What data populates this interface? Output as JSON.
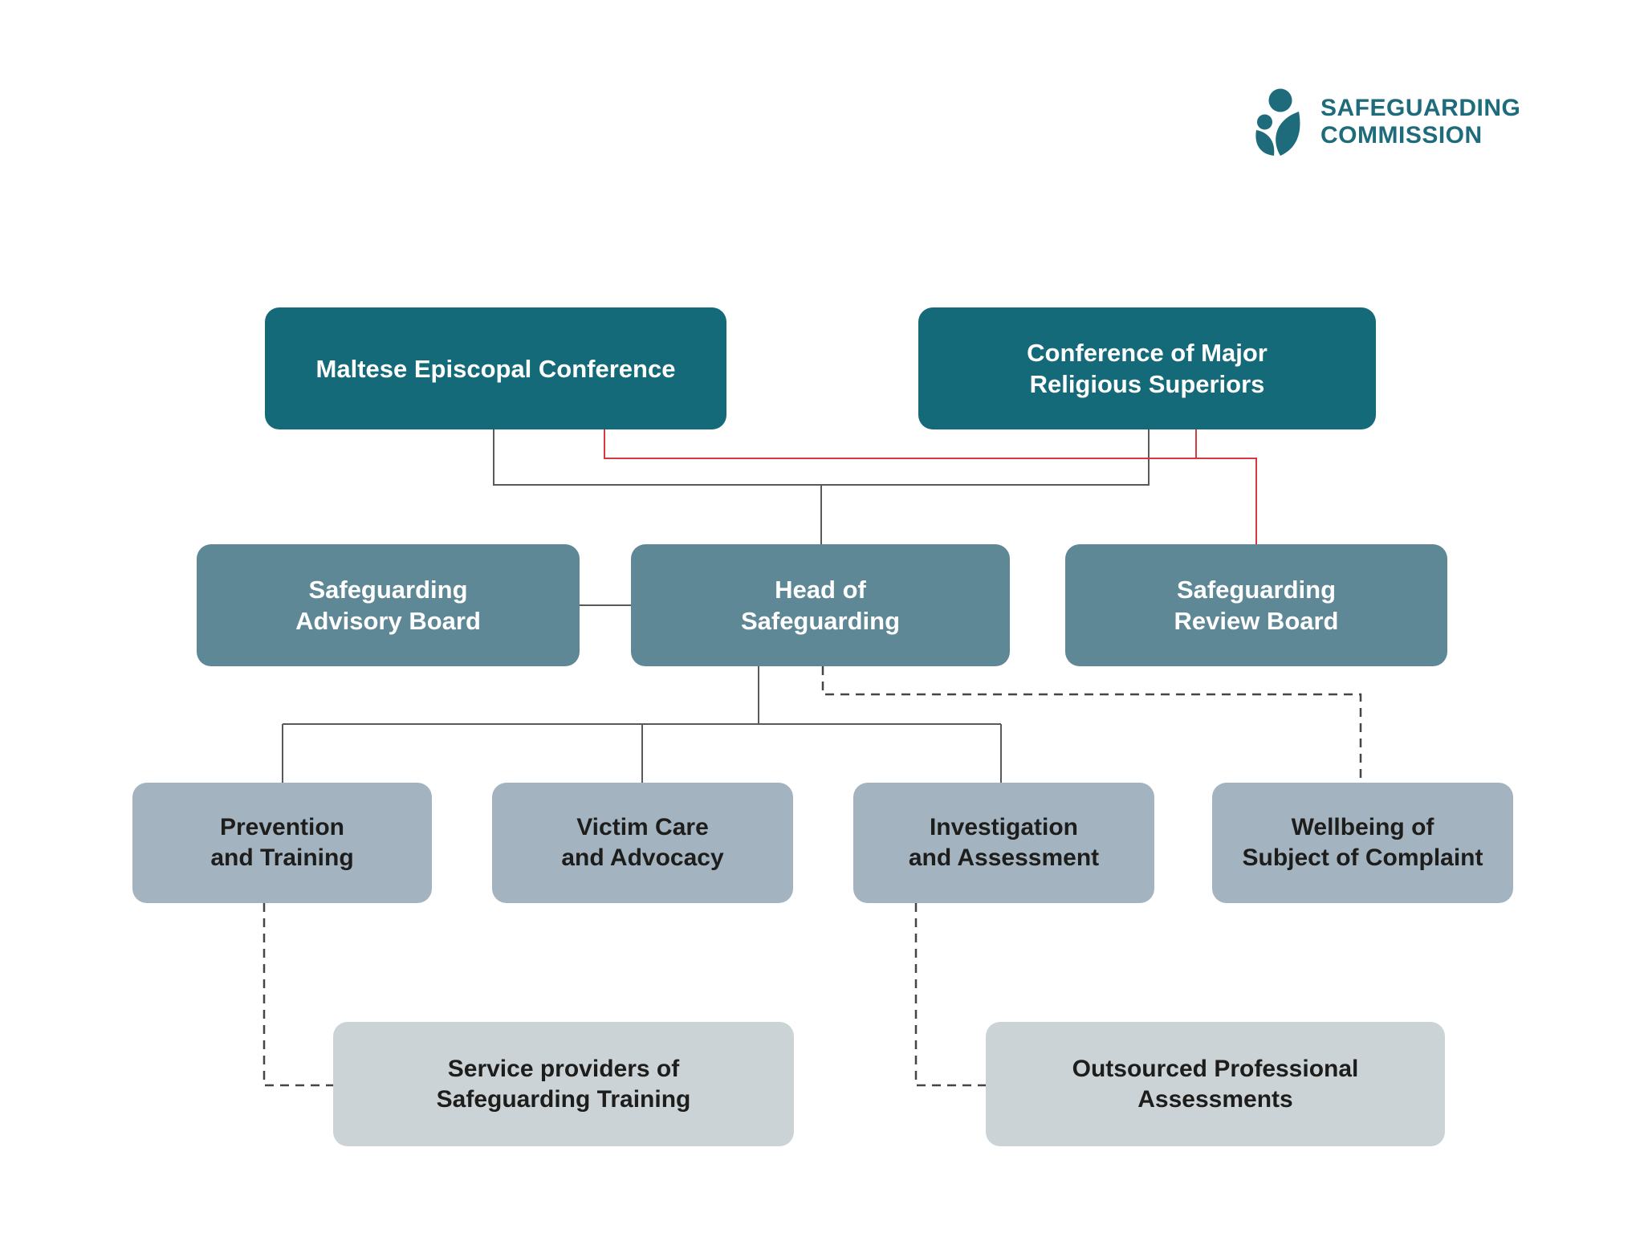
{
  "logo": {
    "line1": "SAFEGUARDING",
    "line2": "COMMISSION",
    "icon": "adult-and-child-figures-leaf-icon"
  },
  "colors": {
    "tier1_fill": "#156a79",
    "tier2_fill": "#5f8896",
    "tier3_fill": "#a3b4c0",
    "tier4_fill": "#ccd3d7",
    "tier1_text": "#ffffff",
    "tier3_text": "#1d1d1b",
    "solid_line": "#58595b",
    "red_line": "#d63940",
    "dashed_line": "#454545",
    "logo_teal": "#1e6b7b",
    "background": "#ffffff"
  },
  "nodes": {
    "mec": {
      "line1": "Maltese Episcopal Conference"
    },
    "cmrs": {
      "line1": "Conference of Major",
      "line2": "Religious Superiors"
    },
    "sab": {
      "line1": "Safeguarding",
      "line2": "Advisory Board"
    },
    "hos": {
      "line1": "Head of",
      "line2": "Safeguarding"
    },
    "srb": {
      "line1": "Safeguarding",
      "line2": "Review Board"
    },
    "pt": {
      "line1": "Prevention",
      "line2": "and Training"
    },
    "vca": {
      "line1": "Victim Care",
      "line2": "and Advocacy"
    },
    "ia": {
      "line1": "Investigation",
      "line2": "and Assessment"
    },
    "wsc": {
      "line1": "Wellbeing of",
      "line2": "Subject of Complaint"
    },
    "spst": {
      "line1": "Service providers of",
      "line2": "Safeguarding Training"
    },
    "opa": {
      "line1": "Outsourced Professional",
      "line2": "Assessments"
    }
  },
  "edges": [
    {
      "from": "Maltese Episcopal Conference",
      "to": "Head of Safeguarding",
      "style": "solid"
    },
    {
      "from": "Conference of Major Religious Superiors",
      "to": "Head of Safeguarding",
      "style": "solid"
    },
    {
      "from": "Maltese Episcopal Conference",
      "to": "Safeguarding Review Board",
      "style": "red"
    },
    {
      "from": "Conference of Major Religious Superiors",
      "to": "Safeguarding Review Board",
      "style": "red"
    },
    {
      "from": "Safeguarding Advisory Board",
      "to": "Head of Safeguarding",
      "style": "solid"
    },
    {
      "from": "Head of Safeguarding",
      "to": "Prevention and Training",
      "style": "solid"
    },
    {
      "from": "Head of Safeguarding",
      "to": "Victim Care and Advocacy",
      "style": "solid"
    },
    {
      "from": "Head of Safeguarding",
      "to": "Investigation and Assessment",
      "style": "solid"
    },
    {
      "from": "Head of Safeguarding",
      "to": "Wellbeing of Subject of Complaint",
      "style": "dashed"
    },
    {
      "from": "Prevention and Training",
      "to": "Service providers of Safeguarding Training",
      "style": "dashed"
    },
    {
      "from": "Investigation and Assessment",
      "to": "Outsourced Professional Assessments",
      "style": "dashed"
    }
  ]
}
